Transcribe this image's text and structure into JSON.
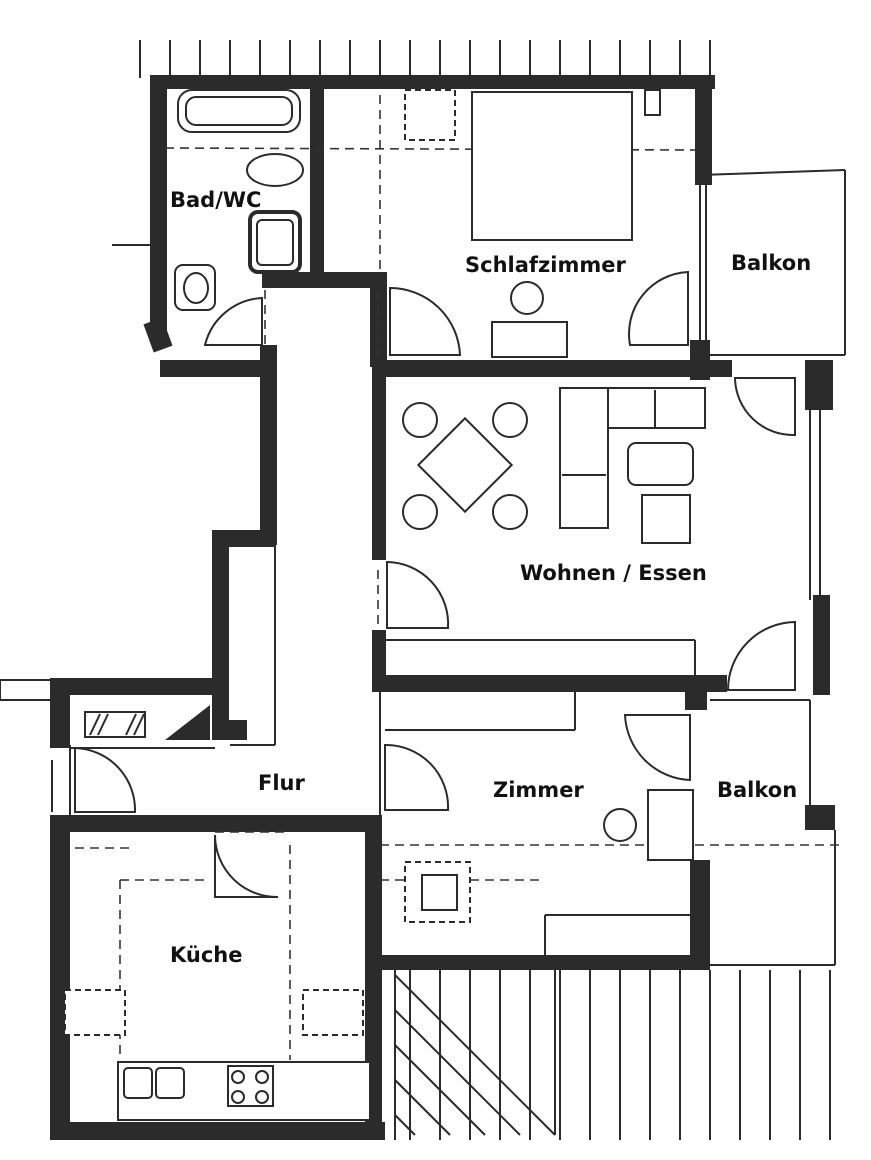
{
  "floor_plan": {
    "rooms": [
      {
        "id": "bad-wc",
        "label": "Bad/WC"
      },
      {
        "id": "schlafzimmer",
        "label": "Schlafzimmer"
      },
      {
        "id": "balkon-top",
        "label": "Balkon"
      },
      {
        "id": "wohnen-essen",
        "label": "Wohnen / Essen"
      },
      {
        "id": "flur",
        "label": "Flur"
      },
      {
        "id": "zimmer",
        "label": "Zimmer"
      },
      {
        "id": "balkon-bottom",
        "label": "Balkon"
      },
      {
        "id": "kueche",
        "label": "Küche"
      }
    ],
    "colors": {
      "wall": "#2b2b2b",
      "background": "#ffffff",
      "text": "#111111"
    }
  }
}
